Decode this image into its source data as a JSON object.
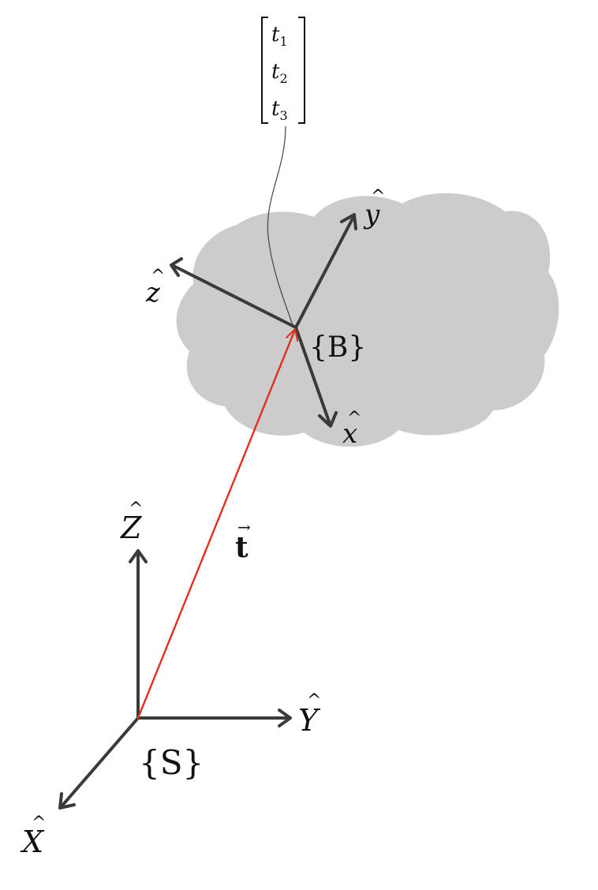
{
  "diagram": {
    "world_frame": {
      "label": "{S}",
      "axes": {
        "x": "X",
        "y": "Y",
        "z": "Z"
      }
    },
    "body_frame": {
      "label": "{B}",
      "axes": {
        "x": "x",
        "y": "y",
        "z": "z"
      }
    },
    "translation": {
      "label": "t",
      "components": [
        "t",
        "t",
        "t"
      ],
      "subscripts": [
        "1",
        "2",
        "3"
      ]
    },
    "colors": {
      "axes": "#3a3a3a",
      "translation_vector": "#e0301e",
      "body_cloud": "#cdcbcc",
      "leader_line": "#444444"
    }
  }
}
